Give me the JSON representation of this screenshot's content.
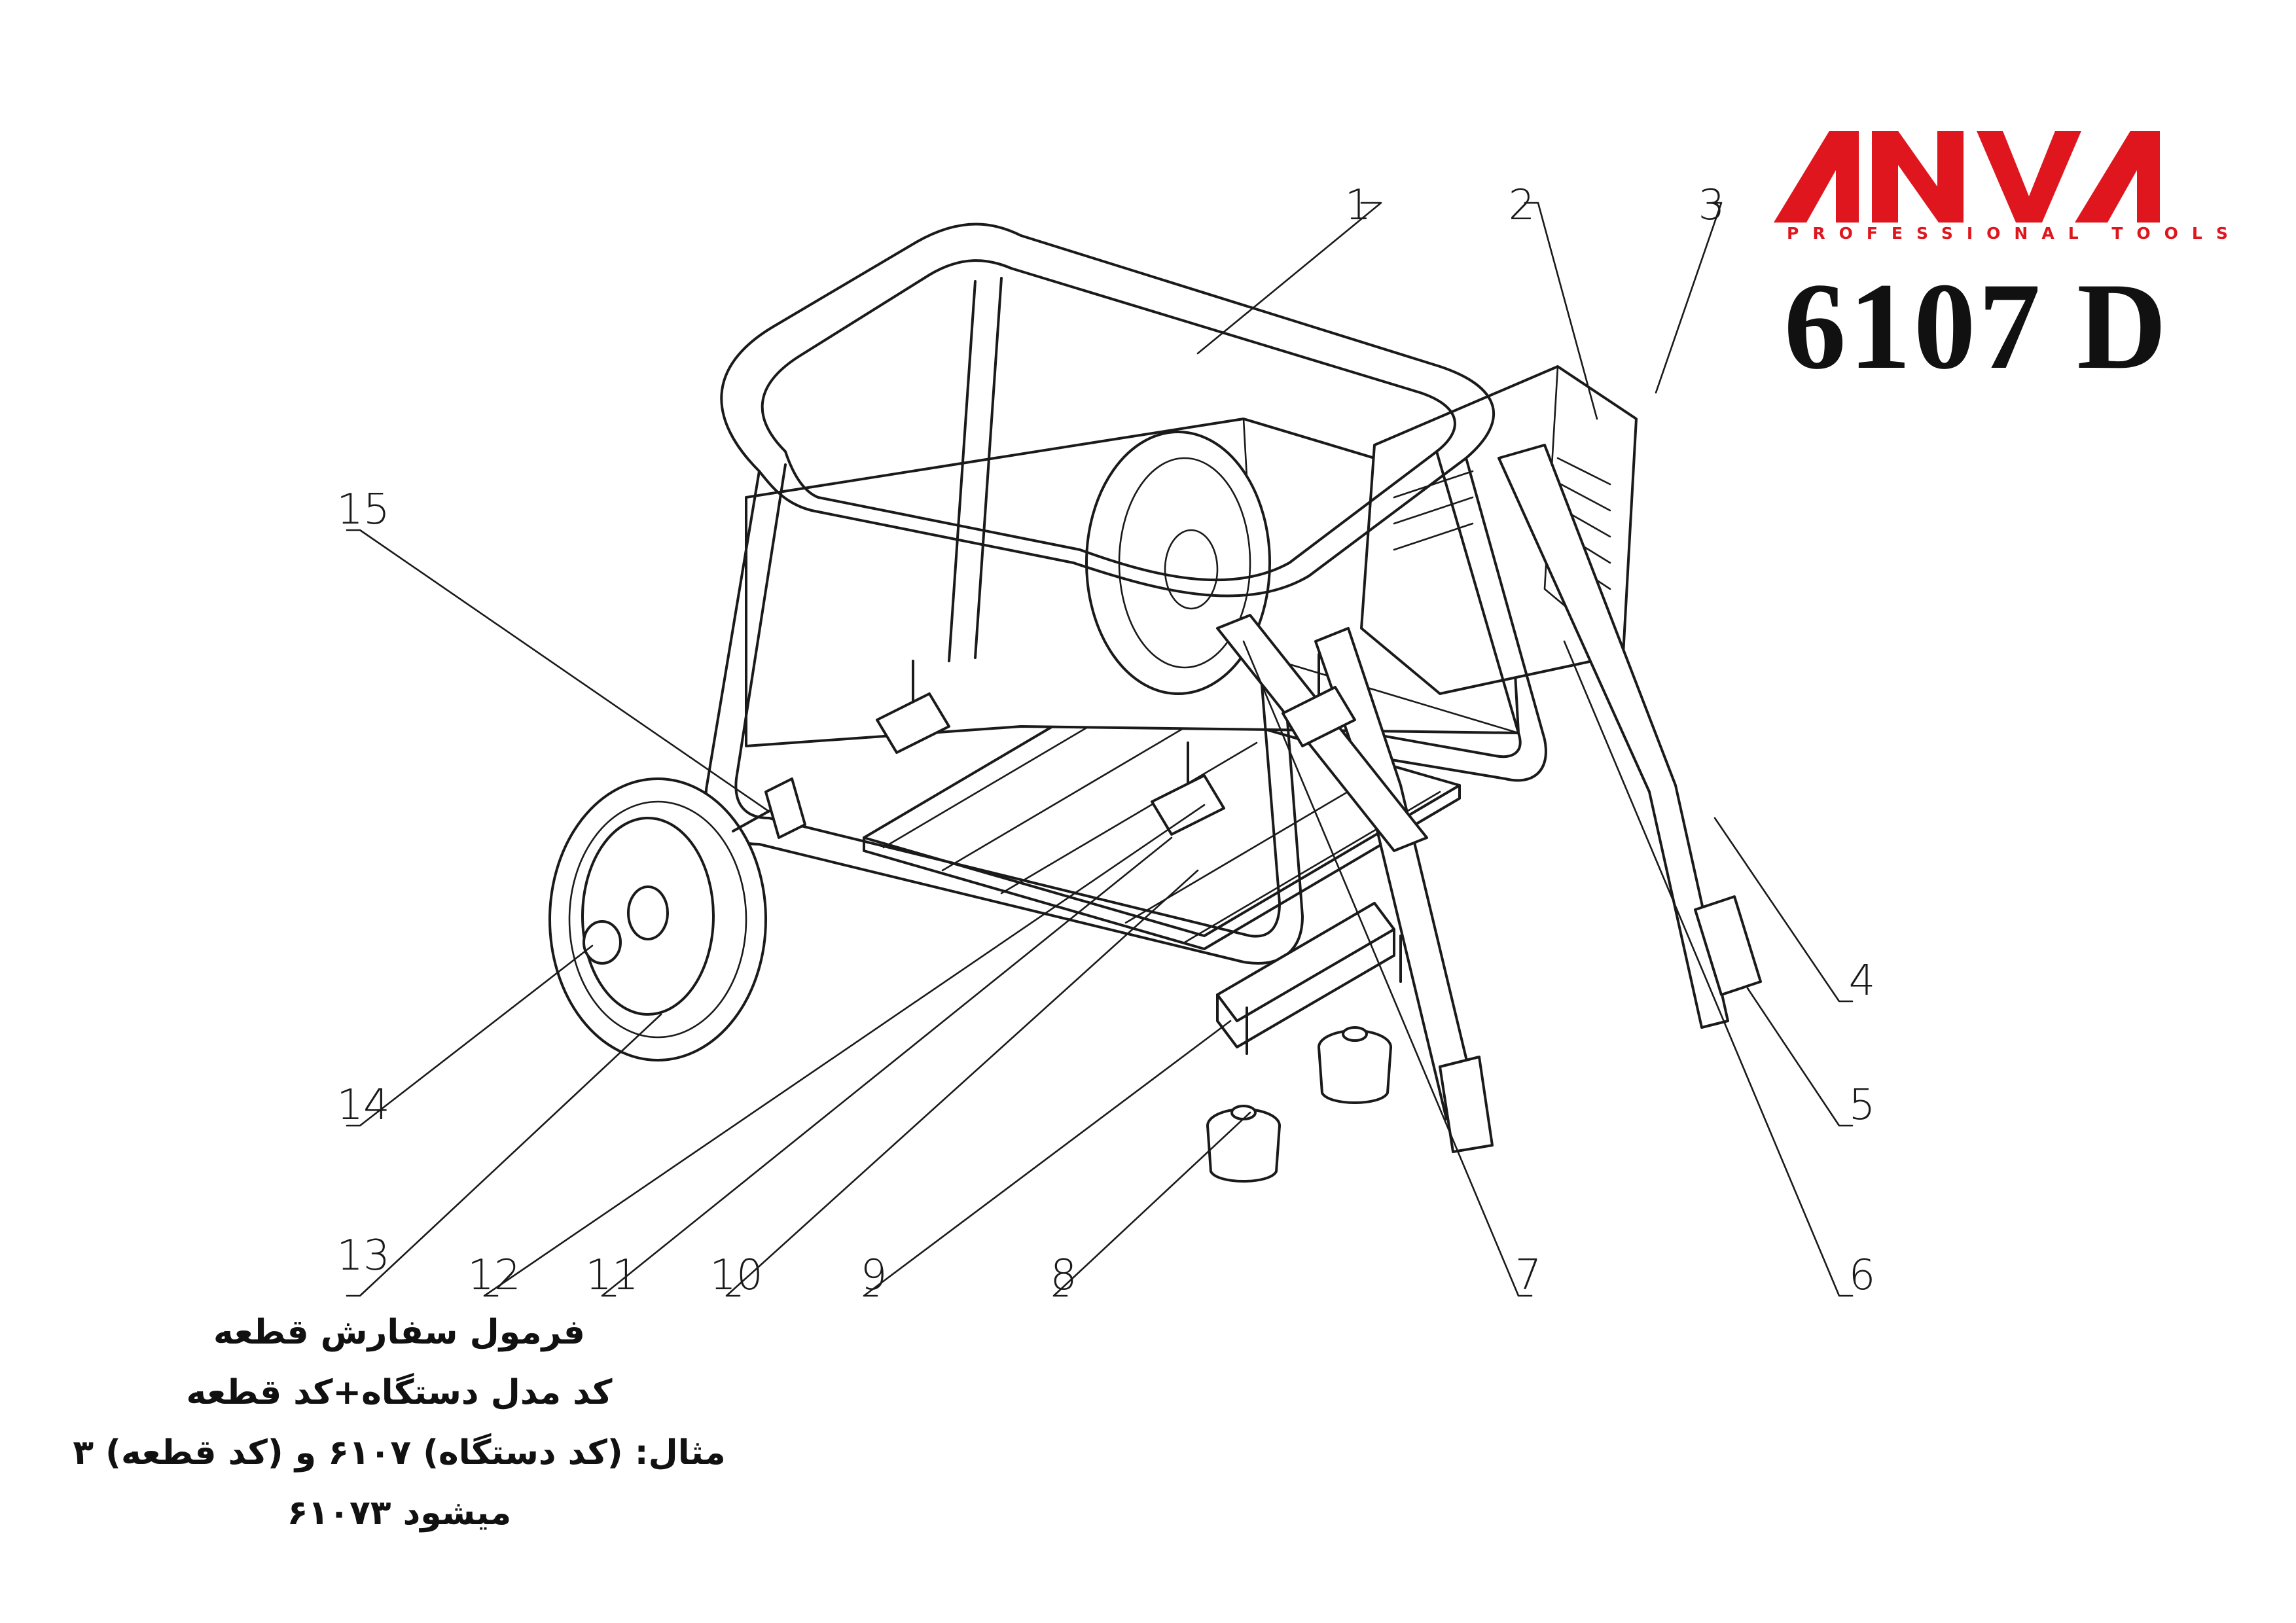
{
  "brand": {
    "name": "ANVA",
    "tagline": "PROFESSIONAL TOOLS",
    "color": "#e0161e"
  },
  "model": "6107  D",
  "part_labels": [
    "1",
    "2",
    "3",
    "4",
    "5",
    "6",
    "7",
    "8",
    "9",
    "10",
    "11",
    "12",
    "13",
    "14",
    "15"
  ],
  "formula": {
    "title": "فرمول سفارش قطعه",
    "rule": "کد مدل دستگاه+کد قطعه",
    "example": "مثال: (کد دستگاه) ۶۱۰۷ و (کد قطعه) ۳",
    "result": "میشود ۶۱۰۷۳"
  }
}
